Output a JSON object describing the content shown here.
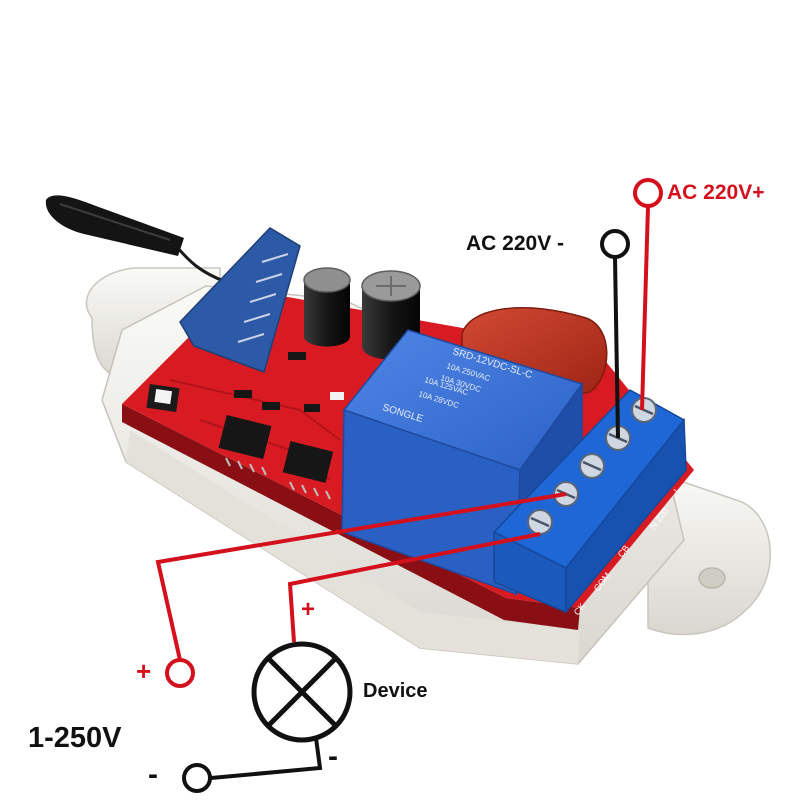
{
  "labels": {
    "ac_plus": "AC 220V+",
    "ac_minus": "AC 220V -",
    "plus_supply": "+",
    "plus_lamp": "+",
    "device": "Device",
    "voltage": "1-250V",
    "minus_supply": "-",
    "minus_lamp": "-"
  },
  "relay_markings": {
    "brand": "SONGLE",
    "model": "SRD-12VDC-SL-C",
    "rating_1": "10A 250VAC",
    "rating_2": "10A 125VAC",
    "rating_3": "10A 30VDC",
    "rating_4": "10A 28VDC"
  },
  "terminal_labels": {
    "ck": "CK",
    "com": "COM",
    "cb": "CB",
    "n220": "N 220",
    "l": "L"
  },
  "colors": {
    "wire_red": "#d4101c",
    "wire_black": "#111111",
    "pcb": "#d81b22",
    "relay": "#2a63c8",
    "terminal_block": "#1f67d6",
    "capacitor": "#b82a1a",
    "enclosure": "#f1efea"
  }
}
